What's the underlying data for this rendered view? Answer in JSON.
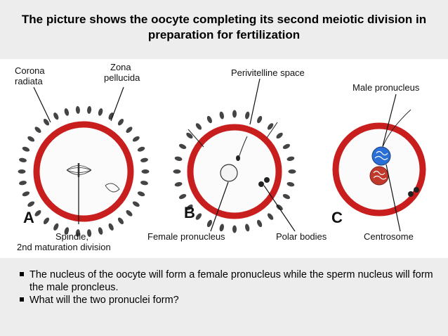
{
  "slide": {
    "title": "The picture shows the oocyte completing its second meiotic division in preparation for fertilization"
  },
  "figure": {
    "labels": {
      "corona_radiata_1": "Corona",
      "corona_radiata_2": "radiata",
      "zona_pellucida_1": "Zona",
      "zona_pellucida_2": "pellucida",
      "perivitelline_space": "Perivitelline space",
      "male_pronucleus": "Male pronucleus",
      "panel_a": "A",
      "panel_b": "B",
      "panel_c": "C",
      "spindle_1": "Spindle,",
      "spindle_2": "2nd maturation division",
      "female_pronucleus": "Female pronucleus",
      "polar_bodies": "Polar bodies",
      "centrosome": "Centrosome"
    },
    "colors": {
      "zona_ring": "#c81e1e",
      "male_pronucleus": "#2a6fd6",
      "female_pronucleus": "#c0392b"
    }
  },
  "bullets": [
    "The nucleus of the oocyte will form a female pronucleus while the sperm nucleus will form the male proncleus.",
    "What will the two pronuclei form?"
  ]
}
